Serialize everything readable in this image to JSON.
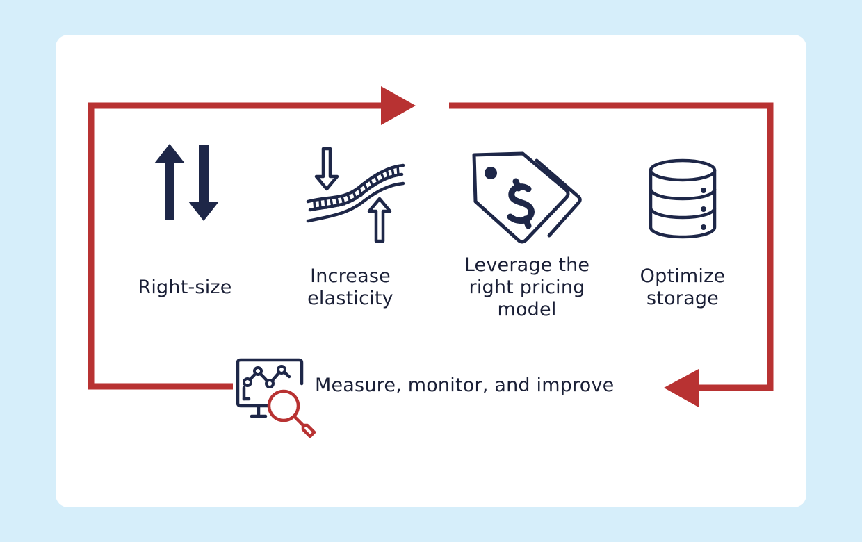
{
  "diagram": {
    "steps": [
      {
        "id": "right-size",
        "label": "Right-size",
        "icon": "up-down-arrows-icon"
      },
      {
        "id": "increase-elasticity",
        "label": "Increase\nelasticity",
        "icon": "elastic-band-icon"
      },
      {
        "id": "pricing-model",
        "label": "Leverage the\nright pricing\nmodel",
        "icon": "price-tag-icon"
      },
      {
        "id": "optimize-storage",
        "label": "Optimize\nstorage",
        "icon": "database-icon"
      }
    ],
    "measure": {
      "label": "Measure, monitor, and improve",
      "icon": "monitor-magnifier-icon"
    },
    "colors": {
      "loop": "#b83232",
      "icon": "#1e2748",
      "accent": "#b83232",
      "background": "#d6eefa",
      "card": "#ffffff"
    }
  }
}
